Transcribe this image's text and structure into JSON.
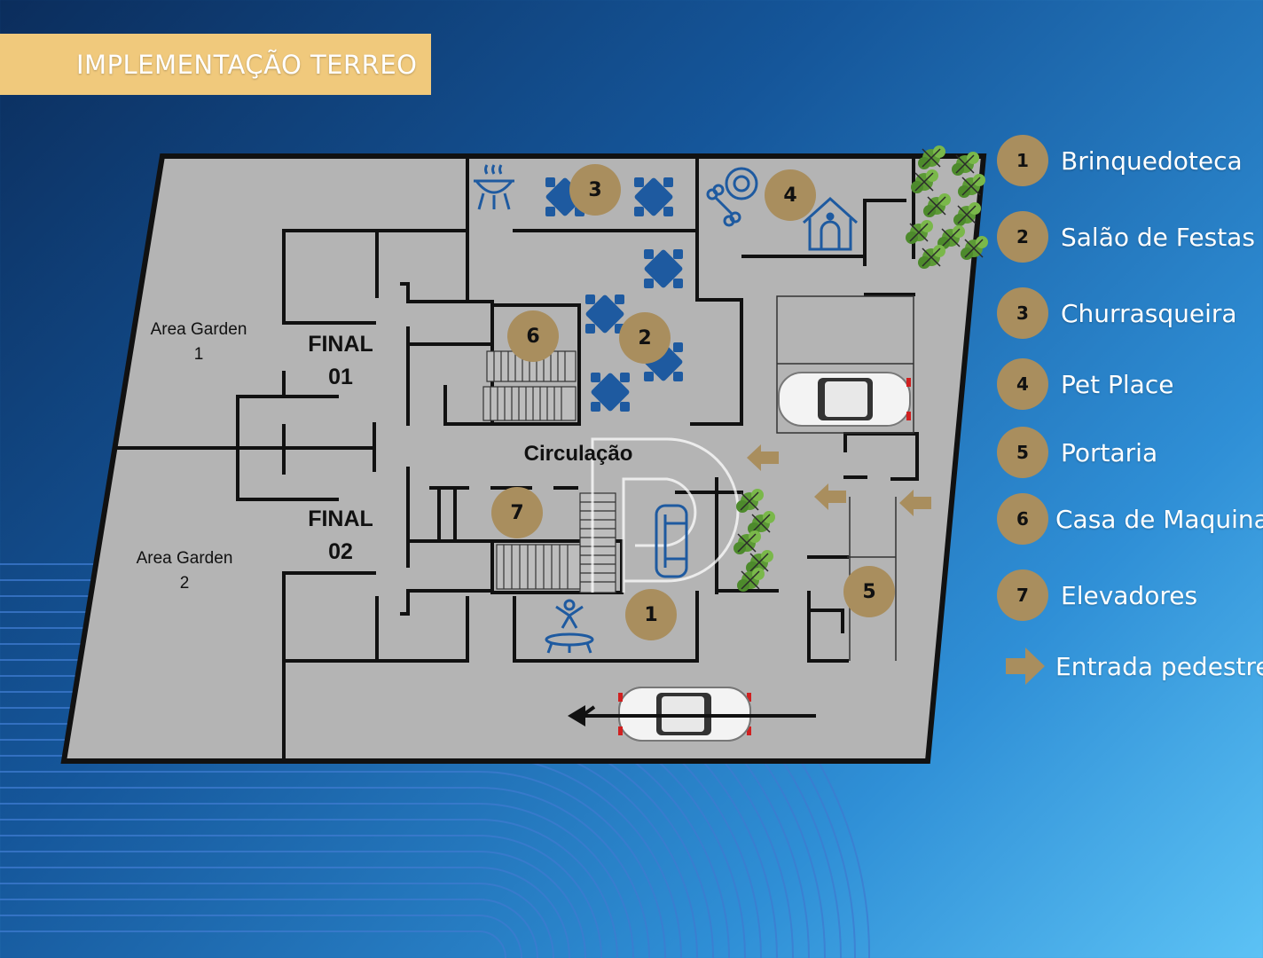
{
  "title": "IMPLEMENTAÇÃO  TERREO",
  "plan": {
    "garden1": [
      "Area Garden",
      "1"
    ],
    "garden2": [
      "Area Garden",
      "2"
    ],
    "final01": [
      "FINAL",
      "01"
    ],
    "final02": [
      "FINAL",
      "02"
    ],
    "circulation": "Circulação"
  },
  "badges": [
    "1",
    "2",
    "3",
    "4",
    "5",
    "6",
    "7"
  ],
  "legend": [
    {
      "num": "1",
      "label": "Brinquedoteca"
    },
    {
      "num": "2",
      "label": "Salão de Festas"
    },
    {
      "num": "3",
      "label": "Churrasqueira"
    },
    {
      "num": "4",
      "label": "Pet Place"
    },
    {
      "num": "5",
      "label": "Portaria"
    },
    {
      "num": "6",
      "label": "Casa de Maquinas"
    },
    {
      "num": "7",
      "label": "Elevadores"
    }
  ],
  "legend_entry": "Entrada pedestre",
  "colors": {
    "accent_gold": "#a98e5e",
    "banner": "#f0c97c",
    "floor": "#b4b4b4",
    "wall": "#111111",
    "furniture": "#1e5aa0"
  },
  "icons": [
    "bbq-grill-icon",
    "table-icon",
    "ball-icon",
    "bone-icon",
    "doghouse-icon",
    "trampoline-icon",
    "sofa-icon",
    "car-icon",
    "arrow-right-icon",
    "tree-icon",
    "stairs-icon",
    "watermark-logo"
  ]
}
